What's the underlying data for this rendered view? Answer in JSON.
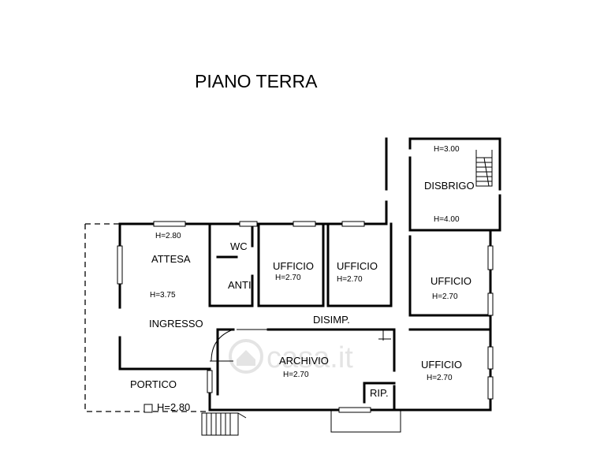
{
  "plan": {
    "title": "PIANO TERRA",
    "rooms": {
      "attesa": {
        "label": "ATTESA",
        "height": "H=3.75",
        "height_top": "H=2.80"
      },
      "wc": {
        "label": "WC"
      },
      "anti": {
        "label": "ANTI"
      },
      "ufficio1": {
        "label": "UFFICIO",
        "height": "H=2.70"
      },
      "ufficio2": {
        "label": "UFFICIO",
        "height": "H=2.70"
      },
      "disbrigo": {
        "label": "DISBRIGO",
        "height_top": "H=3.00",
        "height_bottom": "H=4.00"
      },
      "ufficio3": {
        "label": "UFFICIO",
        "height": "H=2.70"
      },
      "ingresso": {
        "label": "INGRESSO"
      },
      "disimp": {
        "label": "DISIMP."
      },
      "archivio": {
        "label": "ARCHIVIO",
        "height": "H=2.70"
      },
      "ufficio4": {
        "label": "UFFICIO",
        "height": "H=2.70"
      },
      "rip": {
        "label": "RIP."
      },
      "portico": {
        "label": "PORTICO",
        "height": "H=2.80"
      }
    },
    "watermark": "casa.it"
  }
}
